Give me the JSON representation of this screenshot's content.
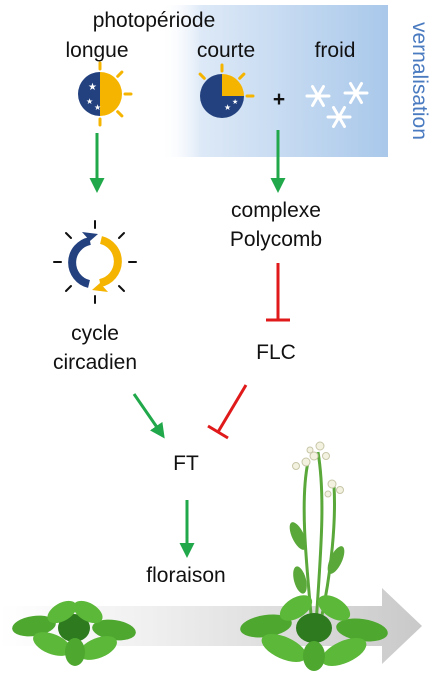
{
  "labels": {
    "photoperiod": "photopériode",
    "long": "longue",
    "short": "courte",
    "cold": "froid",
    "vernalisation": "vernalisation",
    "plus": "+",
    "polycomb_line1": "complexe",
    "polycomb_line2": "Polycomb",
    "flc": "FLC",
    "circadian_line1": "cycle",
    "circadian_line2": "circadien",
    "ft": "FT",
    "flowering": "floraison"
  },
  "colors": {
    "activation_arrow": "#20a84a",
    "inhibition_arrow": "#e01a1a",
    "night_blue": "#23417f",
    "sun_yellow": "#f5b400",
    "vernalisation_panel": "#a9c8ea",
    "vernalisation_text": "#4a7bc0",
    "plus_grey": "#777777",
    "leaf_green": "#4ea830",
    "time_arrow_grey": "#cfcfcf"
  },
  "icons": {
    "long_day": "half-night-half-sun-icon",
    "short_day": "mostly-night-sun-icon",
    "cold": "snowflake-icon",
    "circadian": "circular-arrows-icon",
    "rosette": "rosette-plant-icon",
    "flowering_plant": "flowering-plant-icon"
  }
}
